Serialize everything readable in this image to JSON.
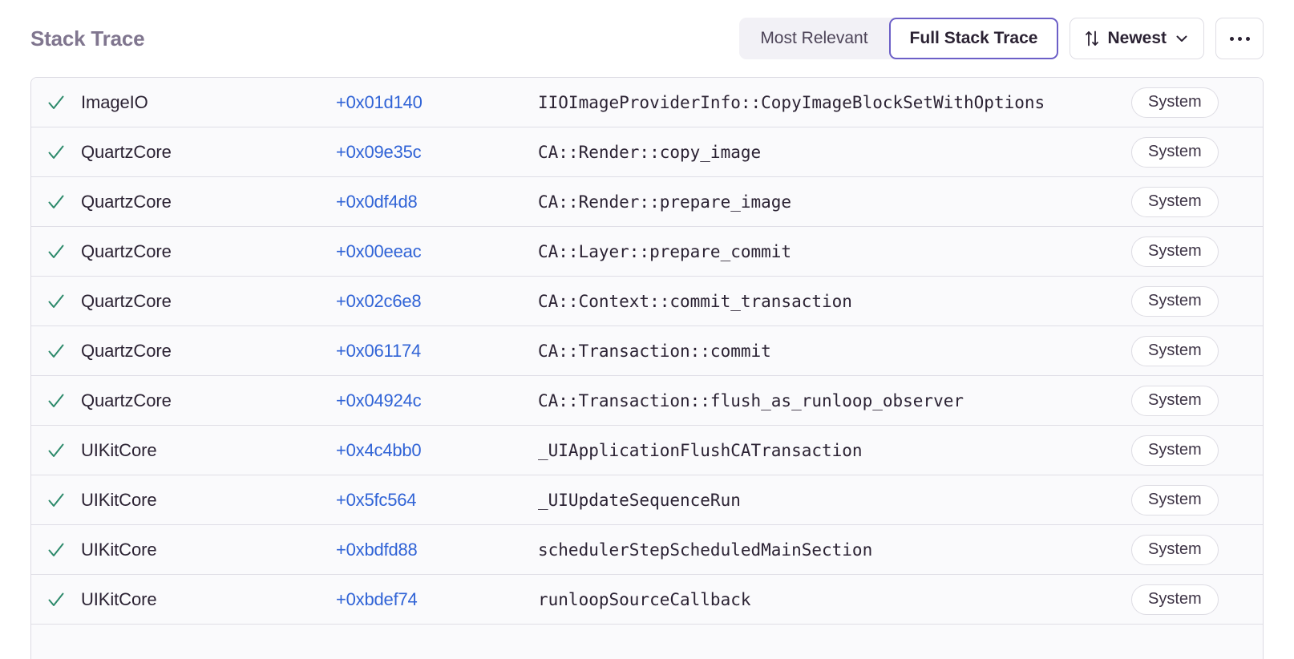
{
  "header": {
    "title": "Stack Trace",
    "segmented": {
      "options": [
        {
          "label": "Most Relevant",
          "selected": false
        },
        {
          "label": "Full Stack Trace",
          "selected": true
        }
      ]
    },
    "sort_button": {
      "label": "Newest",
      "sort_icon": "sort-arrows-icon",
      "chevron_icon": "chevron-down-icon"
    },
    "more_button": {
      "label": "···",
      "icon": "ellipsis-icon"
    }
  },
  "colors": {
    "accent_purple": "#6c5fc7",
    "link_blue": "#3063d6",
    "check_green": "#2d8a6b",
    "title_gray": "#80768f",
    "row_bg": "#fafafc",
    "border": "#dcdbe3"
  },
  "table": {
    "check_icon": "check-icon",
    "rows": [
      {
        "module": "ImageIO",
        "offset": "+0x01d140",
        "symbol": "IIOImageProviderInfo::CopyImageBlockSetWithOptions",
        "badge": "System"
      },
      {
        "module": "QuartzCore",
        "offset": "+0x09e35c",
        "symbol": "CA::Render::copy_image",
        "badge": "System"
      },
      {
        "module": "QuartzCore",
        "offset": "+0x0df4d8",
        "symbol": "CA::Render::prepare_image",
        "badge": "System"
      },
      {
        "module": "QuartzCore",
        "offset": "+0x00eeac",
        "symbol": "CA::Layer::prepare_commit",
        "badge": "System"
      },
      {
        "module": "QuartzCore",
        "offset": "+0x02c6e8",
        "symbol": "CA::Context::commit_transaction",
        "badge": "System"
      },
      {
        "module": "QuartzCore",
        "offset": "+0x061174",
        "symbol": "CA::Transaction::commit",
        "badge": "System"
      },
      {
        "module": "QuartzCore",
        "offset": "+0x04924c",
        "symbol": "CA::Transaction::flush_as_runloop_observer",
        "badge": "System"
      },
      {
        "module": "UIKitCore",
        "offset": "+0x4c4bb0",
        "symbol": "_UIApplicationFlushCATransaction",
        "badge": "System"
      },
      {
        "module": "UIKitCore",
        "offset": "+0x5fc564",
        "symbol": "_UIUpdateSequenceRun",
        "badge": "System"
      },
      {
        "module": "UIKitCore",
        "offset": "+0xbdfd88",
        "symbol": "schedulerStepScheduledMainSection",
        "badge": "System"
      },
      {
        "module": "UIKitCore",
        "offset": "+0xbdef74",
        "symbol": "runloopSourceCallback",
        "badge": "System"
      }
    ]
  }
}
